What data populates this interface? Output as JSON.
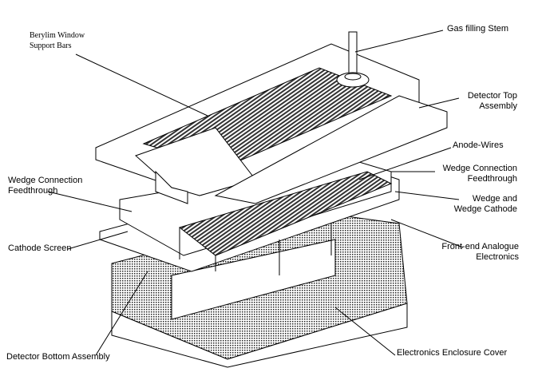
{
  "labels": {
    "beryllium_window_line1": "Berylim Window",
    "beryllium_window_line2": "Support Bars",
    "gas_stem": "Gas filling Stem",
    "top_assembly_line1": "Detector Top",
    "top_assembly_line2": "Assembly",
    "anode_wires": "Anode-Wires",
    "wedge_feed_right_line1": "Wedge Connection",
    "wedge_feed_right_line2": "Feedthrough",
    "wedge_cathode_line1": "Wedge and",
    "wedge_cathode_line2": "Wedge Cathode",
    "frontend_line1": "Front-end Analogue",
    "frontend_line2": "Electronics",
    "enclosure_cover": "Electronics Enclosure Cover",
    "bottom_assembly": "Detector Bottom Assembly",
    "cathode_screen": "Cathode Screen",
    "wedge_feed_left_line1": "Wedge Connection",
    "wedge_feed_left_line2": "Feedthrough"
  }
}
